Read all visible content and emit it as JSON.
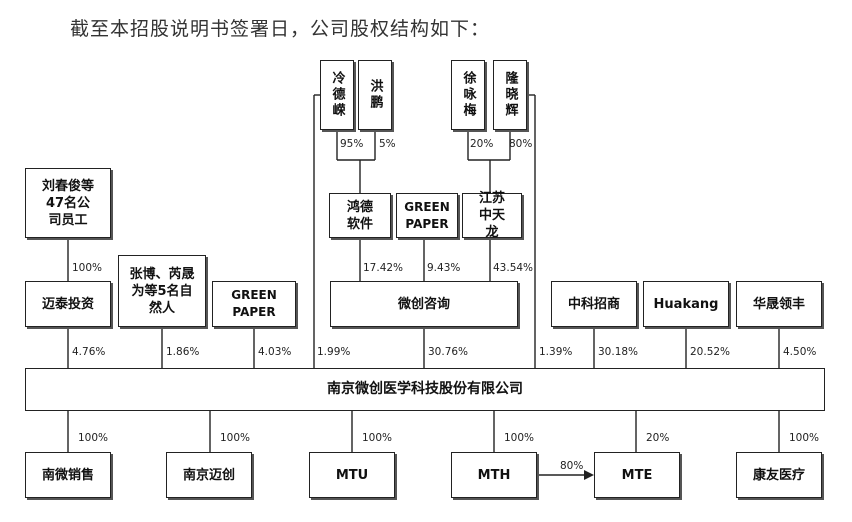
{
  "caption": "截至本招股说明书签署日，公司股权结构如下：",
  "top_persons": {
    "p1": "冷德嵘",
    "p2": "洪鹏",
    "p3": "徐咏梅",
    "p4": "隆晓辉"
  },
  "mid_entities": {
    "hongde": "鸿德软件",
    "green_paper_top": "GREEN PAPER",
    "jiangsu": "江苏中天龙"
  },
  "level2": {
    "maitai": "迈泰投资",
    "zhangbo": "张博、芮晟为等5名自然人",
    "green_paper": "GREEN PAPER",
    "weichuang_zixun": "微创咨询",
    "zhongke": "中科招商",
    "huakang": "Huakang",
    "huasheng": "华晟领丰",
    "liuchunjun": "刘春俊等47名公司员工"
  },
  "company": "南京微创医学科技股份有限公司",
  "subsidiaries": {
    "nanwei": "南微销售",
    "maichuang": "南京迈创",
    "mtu": "MTU",
    "mth": "MTH",
    "mte": "MTE",
    "kangyou": "康友医疗"
  },
  "percentages": {
    "p1_hongde": "95%",
    "p2_hongde": "5%",
    "p3_jiangsu": "20%",
    "p4_jiangsu": "80%",
    "hongde_zixun": "17.42%",
    "greenpaper_zixun": "9.43%",
    "jiangsu_zixun": "43.54%",
    "liuchunjun_maitai": "100%",
    "maitai_co": "4.76%",
    "zhangbo_co": "1.86%",
    "greenpaper_co": "4.03%",
    "p1_co": "1.99%",
    "zixun_co": "30.76%",
    "p3_co": "1.39%",
    "zhongke_co": "30.18%",
    "huakang_co": "20.52%",
    "huasheng_co": "4.50%",
    "co_nanwei": "100%",
    "co_maichuang": "100%",
    "co_mtu": "100%",
    "co_mth": "100%",
    "co_mte": "20%",
    "co_kangyou": "100%",
    "mth_mte": "80%"
  }
}
